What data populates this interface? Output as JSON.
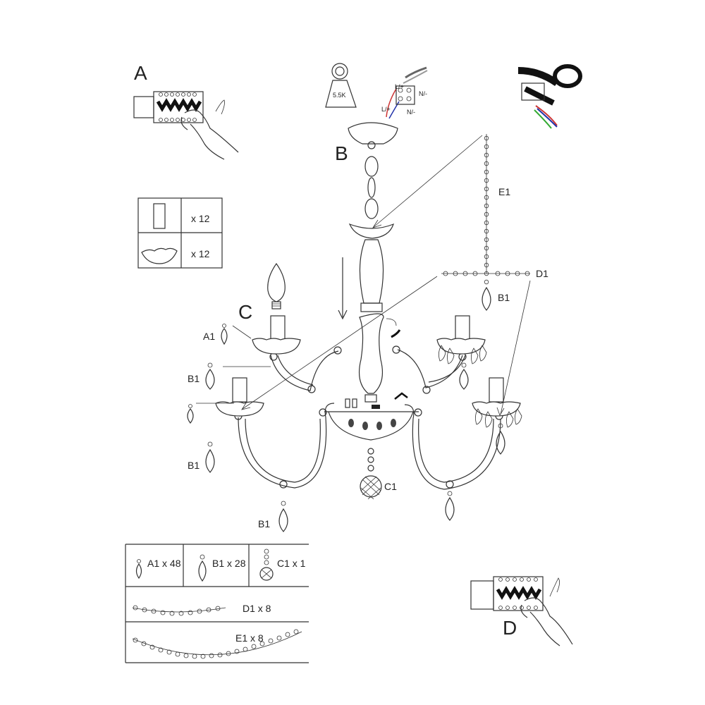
{
  "labels": {
    "step_a": "A",
    "step_b": "B",
    "step_c": "C",
    "step_d": "D",
    "weight": "5.5K",
    "l_plus_1": "L/+",
    "n_minus_1": "N/-",
    "l_plus_2": "L/+",
    "n_minus_2": "N/-",
    "e1": "E1",
    "d1": "D1",
    "a1": "A1",
    "b1_top": "B1",
    "b1_left_upper": "B1",
    "b1_left_mid": "B1",
    "b1_left_low": "B1",
    "c1": "C1"
  },
  "parts_box": {
    "rows": [
      {
        "icon": "glass-sleeve-icon",
        "qty": "x 12"
      },
      {
        "icon": "drip-bowl-icon",
        "qty": "x 12"
      }
    ]
  },
  "legend": {
    "a1": "A1 x 48",
    "b1": "B1 x 28",
    "c1": "C1 x 1",
    "d1": "D1  x 8",
    "e1": "E1 x 8"
  }
}
